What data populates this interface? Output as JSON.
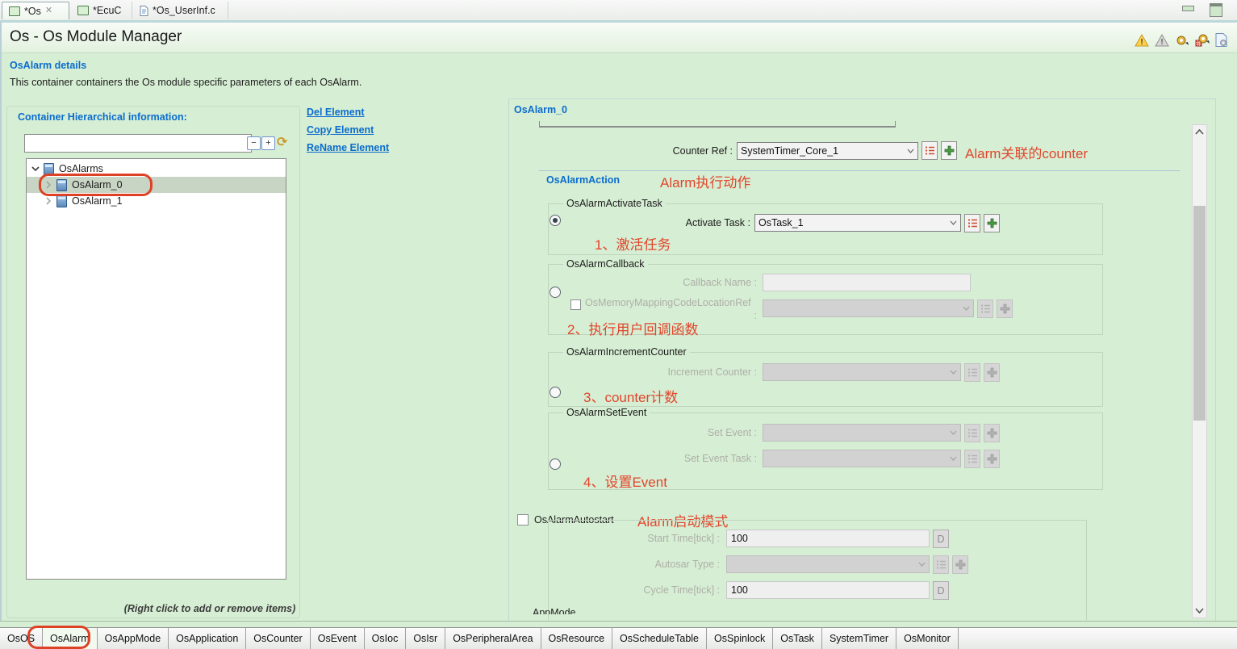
{
  "editor_tabs": [
    {
      "label": "*Os",
      "active": true
    },
    {
      "label": "*EcuC",
      "active": false
    },
    {
      "label": "*Os_UserInf.c",
      "active": false
    }
  ],
  "header": {
    "title": "Os - Os Module Manager"
  },
  "section": {
    "title": "OsAlarm details",
    "description": "This container containers the Os module specific parameters of each OsAlarm."
  },
  "left_panel": {
    "group_title": "Container Hierarchical information:",
    "search_value": "",
    "collapse_glyph": "−",
    "expand_glyph": "+",
    "sync_glyph": "⟳",
    "tree": [
      {
        "label": "OsAlarms"
      },
      {
        "label": "OsAlarm_0"
      },
      {
        "label": "OsAlarm_1"
      }
    ],
    "hint": "(Right click to add or remove items)"
  },
  "element_actions": {
    "del": "Del Element",
    "copy": "Copy Element",
    "rename": "ReName Element"
  },
  "detail": {
    "title": "OsAlarm_0",
    "counter_ref": {
      "label": "Counter Ref :",
      "value": "SystemTimer_Core_1",
      "annotation": "Alarm关联的counter"
    },
    "action_section": {
      "title": "OsAlarmAction",
      "annotation": "Alarm执行动作"
    },
    "activate_task": {
      "group": "OsAlarmActivateTask",
      "label": "Activate Task :",
      "value": "OsTask_1",
      "annotation": "1、激活任务"
    },
    "callback": {
      "group": "OsAlarmCallback",
      "name_label": "Callback Name :",
      "name_value": "",
      "memmap_label": "OsMemoryMappingCodeLocationRef",
      "memmap_colon": ":",
      "annotation": "2、执行用户回调函数"
    },
    "increment": {
      "group": "OsAlarmIncrementCounter",
      "label": "Increment Counter :",
      "annotation": "3、counter计数"
    },
    "set_event": {
      "group": "OsAlarmSetEvent",
      "event_label": "Set Event :",
      "task_label": "Set Event Task :",
      "annotation": "4、设置Event"
    },
    "autostart": {
      "label": "OsAlarmAutostart",
      "annotation": "Alarm启动模式",
      "start_label": "Start Time[tick] :",
      "start_value": "100",
      "autosar_label": "Autosar Type :",
      "cycle_label": "Cycle Time[tick] :",
      "cycle_value": "100",
      "d_label": "D",
      "clipped_next": "AppMode"
    }
  },
  "bottom_tabs": [
    {
      "label": "OsOS"
    },
    {
      "label": "OsAlarm",
      "selected": true
    },
    {
      "label": "OsAppMode"
    },
    {
      "label": "OsApplication"
    },
    {
      "label": "OsCounter"
    },
    {
      "label": "OsEvent"
    },
    {
      "label": "OsIoc"
    },
    {
      "label": "OsIsr"
    },
    {
      "label": "OsPeripheralArea"
    },
    {
      "label": "OsResource"
    },
    {
      "label": "OsScheduleTable"
    },
    {
      "label": "OsSpinlock"
    },
    {
      "label": "OsTask"
    },
    {
      "label": "SystemTimer"
    },
    {
      "label": "OsMonitor"
    }
  ],
  "colors": {
    "accent_blue": "#0b6cce",
    "annotation_red": "#e2452c",
    "background_green": "#d6eed3"
  }
}
